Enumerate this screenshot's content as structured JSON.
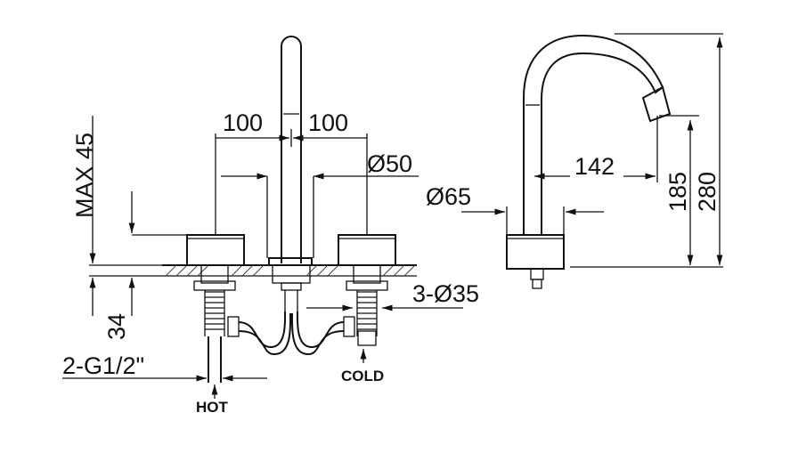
{
  "dimensions": {
    "spacing_left": "100",
    "spacing_right": "100",
    "spout_diameter": "Ø50",
    "handle_diameter": "Ø65",
    "max_deck_thickness": "MAX 45",
    "below_deck": "34",
    "hole_diameter": "3-Ø35",
    "connection": "2-G1/2\"",
    "reach": "142",
    "outlet_height": "185",
    "total_height": "280"
  },
  "labels": {
    "hot": "HOT",
    "cold": "COLD"
  }
}
